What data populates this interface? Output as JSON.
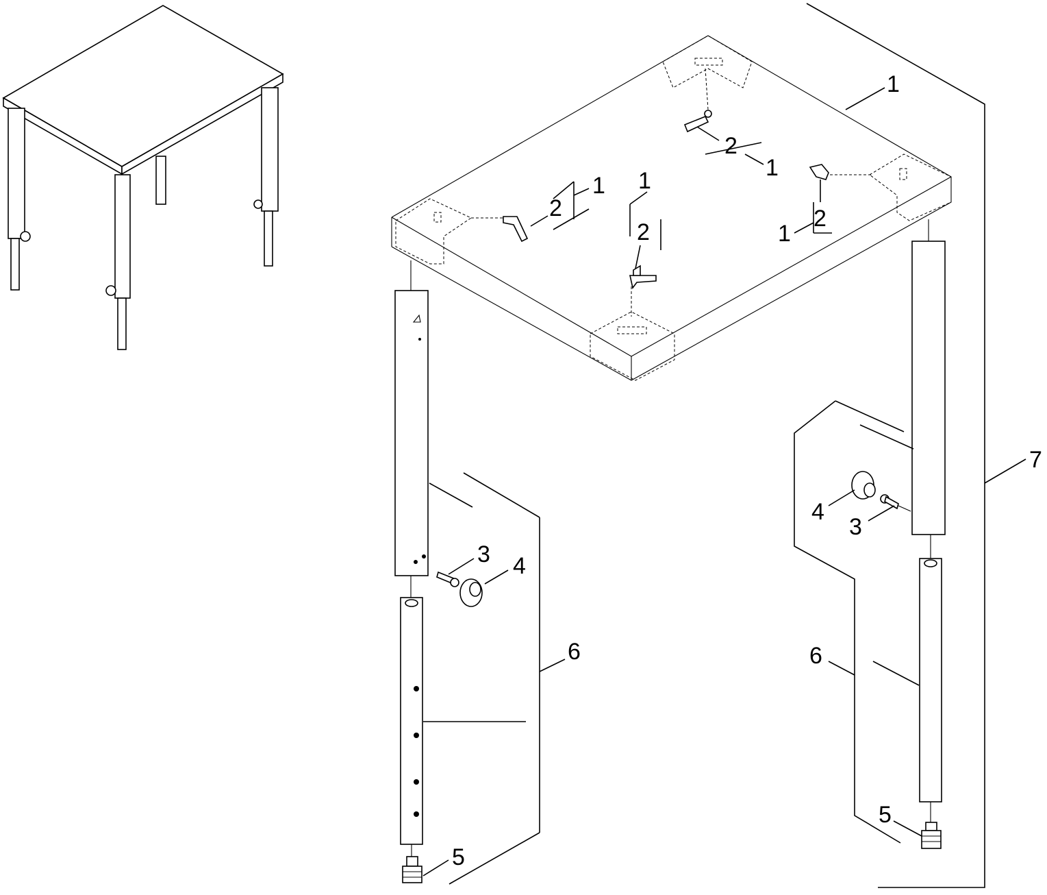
{
  "diagram": {
    "callouts": {
      "c1a": "1",
      "c1b": "1",
      "c1c": "1",
      "c1d": "1",
      "c1e": "1",
      "c2a": "2",
      "c2b": "2",
      "c2c": "2",
      "c2d": "2",
      "c3a": "3",
      "c3b": "3",
      "c4a": "4",
      "c4b": "4",
      "c5a": "5",
      "c5b": "5",
      "c6a": "6",
      "c6b": "6",
      "c7": "7"
    }
  }
}
